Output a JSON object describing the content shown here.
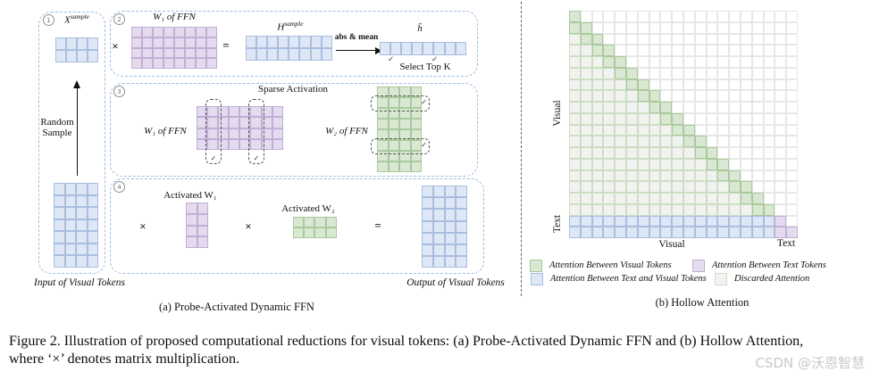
{
  "figure": {
    "caption": {
      "line1": "Figure 2. Illustration of proposed computational reductions for visual tokens: (a) Probe-Activated Dynamic FFN and (b) Hollow Attention,",
      "line2": "where ‘×’ denotes matrix multiplication."
    },
    "watermark": "CSDN @沃恩智慧"
  },
  "colors": {
    "blue": {
      "fill": "#dde7f6",
      "border": "#a9bede"
    },
    "purple": {
      "fill": "#e4dbee",
      "border": "#c2aed6"
    },
    "green": {
      "fill": "#d9e8d2",
      "border": "#a9c99c"
    },
    "discard": {
      "fill": "#f2f2f0",
      "border": "#ccdfc5"
    },
    "empty": {
      "fill": "#ffffff",
      "border": "#e7e7e7"
    }
  },
  "panel_a": {
    "caption": "(a) Probe-Activated Dynamic FFN",
    "input_label": "Input of Visual Tokens",
    "output_label": "Output of Visual Tokens",
    "step1": {
      "number": "1",
      "x_base": "X",
      "x_sup": "sample",
      "random_line1": "Random",
      "random_line2": "Sample"
    },
    "step2": {
      "number": "2",
      "times": "×",
      "w1_label": "W₁ of FFN",
      "equals": "=",
      "h_base": "H",
      "h_sup": "sample",
      "abs_mean": "abs & mean",
      "hbar": "h̄",
      "check": "✓",
      "select_topk": "Select Top K"
    },
    "step3": {
      "number": "3",
      "sparse": "Sparse Activation",
      "w1_label": "W₁ of FFN",
      "w2_label": "W₂ of FFN",
      "check": "✓"
    },
    "step4": {
      "number": "4",
      "times": "×",
      "equals": "=",
      "actw1_label": "Activated W₁",
      "actw2_label": "Activated W₂"
    }
  },
  "panel_b": {
    "caption": "(b) Hollow Attention",
    "axis": {
      "left_visual": "Visual",
      "left_text": "Text",
      "bottom_visual": "Visual",
      "bottom_text": "Text"
    },
    "legend": [
      {
        "palette": "green",
        "label": "Attention Between Visual Tokens"
      },
      {
        "palette": "purple",
        "label": "Attention Between Text Tokens"
      },
      {
        "palette": "blue",
        "label": "Attention Between Text and Visual Tokens"
      },
      {
        "palette": "discard",
        "label": "Discarded Attention"
      }
    ],
    "matrix": {
      "size": 20,
      "visual_tokens": 18,
      "text_tokens": 2,
      "diagonal_band": 2
    }
  },
  "grids": {
    "grid-xsample": {
      "rows": 2,
      "cols": 4,
      "palette": "blue"
    },
    "grid-input": {
      "rows": 7,
      "cols": 4,
      "palette": "blue"
    },
    "grid-w1ffn-2": {
      "rows": 4,
      "cols": 8,
      "palette": "purple"
    },
    "grid-hsample": {
      "rows": 2,
      "cols": 8,
      "palette": "blue"
    },
    "grid-hbar": {
      "rows": 1,
      "cols": 8,
      "palette": "blue"
    },
    "grid-w1ffn-3": {
      "rows": 4,
      "cols": 8,
      "palette": "purple"
    },
    "grid-w2ffn-3": {
      "rows": 8,
      "cols": 4,
      "palette": "green"
    },
    "grid-actw1": {
      "rows": 4,
      "cols": 2,
      "palette": "purple"
    },
    "grid-actw2": {
      "rows": 2,
      "cols": 4,
      "palette": "green"
    },
    "grid-output": {
      "rows": 7,
      "cols": 4,
      "palette": "blue"
    }
  }
}
